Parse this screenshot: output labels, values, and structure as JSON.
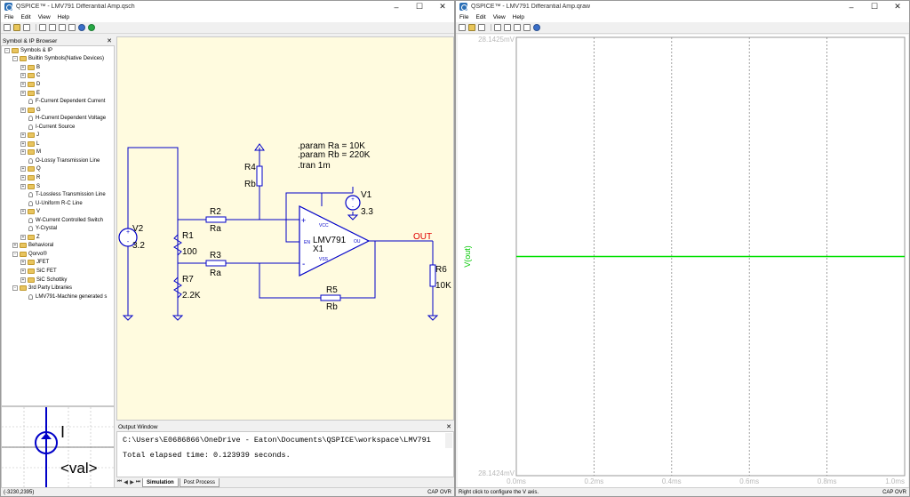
{
  "schematic_window": {
    "title": "QSPICE™ - LMV791 Differantial Amp.qsch",
    "menu": [
      "File",
      "Edit",
      "View",
      "Help"
    ],
    "panel_title": "Symbol & IP Browser",
    "tree": [
      {
        "label": "Symbols & IP",
        "level": 0,
        "kind": "folder",
        "exp": "-"
      },
      {
        "label": "Builtin Symbols(Native Devices)",
        "level": 1,
        "kind": "folder",
        "exp": "-"
      },
      {
        "label": "B",
        "level": 2,
        "kind": "folder",
        "exp": "+"
      },
      {
        "label": "C",
        "level": 2,
        "kind": "folder",
        "exp": "+"
      },
      {
        "label": "D",
        "level": 2,
        "kind": "folder",
        "exp": "+"
      },
      {
        "label": "E",
        "level": 2,
        "kind": "folder",
        "exp": "+"
      },
      {
        "label": "F-Current Dependent Current",
        "level": 2,
        "kind": "item"
      },
      {
        "label": "G",
        "level": 2,
        "kind": "folder",
        "exp": "+"
      },
      {
        "label": "H-Current Dependent Voltage",
        "level": 2,
        "kind": "item"
      },
      {
        "label": "I-Current Source",
        "level": 2,
        "kind": "item"
      },
      {
        "label": "J",
        "level": 2,
        "kind": "folder",
        "exp": "+"
      },
      {
        "label": "L",
        "level": 2,
        "kind": "folder",
        "exp": "+"
      },
      {
        "label": "M",
        "level": 2,
        "kind": "folder",
        "exp": "+"
      },
      {
        "label": "O-Lossy Transmission Line",
        "level": 2,
        "kind": "item"
      },
      {
        "label": "Q",
        "level": 2,
        "kind": "folder",
        "exp": "+"
      },
      {
        "label": "R",
        "level": 2,
        "kind": "folder",
        "exp": "+"
      },
      {
        "label": "S",
        "level": 2,
        "kind": "folder",
        "exp": "+"
      },
      {
        "label": "T-Lossless Transmission Line",
        "level": 2,
        "kind": "item"
      },
      {
        "label": "U-Uniform R-C Line",
        "level": 2,
        "kind": "item"
      },
      {
        "label": "V",
        "level": 2,
        "kind": "folder",
        "exp": "+"
      },
      {
        "label": "W-Current Controlled Switch",
        "level": 2,
        "kind": "item"
      },
      {
        "label": "Y-Crystal",
        "level": 2,
        "kind": "item"
      },
      {
        "label": "Z",
        "level": 2,
        "kind": "folder",
        "exp": "+"
      },
      {
        "label": "Behavioral",
        "level": 1,
        "kind": "folder",
        "exp": "+"
      },
      {
        "label": "Qorvo®",
        "level": 1,
        "kind": "folder",
        "exp": "-"
      },
      {
        "label": "JFET",
        "level": 2,
        "kind": "folder",
        "exp": "+"
      },
      {
        "label": "SiC FET",
        "level": 2,
        "kind": "folder",
        "exp": "+"
      },
      {
        "label": "SiC Schottky",
        "level": 2,
        "kind": "folder",
        "exp": "+"
      },
      {
        "label": "3rd Party Libraries",
        "level": 1,
        "kind": "folder",
        "exp": "-"
      },
      {
        "label": "LMV791-Machine generated s",
        "level": 2,
        "kind": "item"
      }
    ],
    "preview": {
      "label_i": "I",
      "label_val": "<val>"
    },
    "schematic": {
      "params": [
        ".param Ra = 10K",
        ".param Rb = 220K",
        ".tran 1m"
      ],
      "v2_name": "V2",
      "v2_value": "3.2",
      "v1_name": "V1",
      "v1_value": "3.3",
      "r1_name": "R1",
      "r1_value": "100",
      "r7_name": "R7",
      "r7_value": "2.2K",
      "r2_name": "R2",
      "r2_value": "Ra",
      "r3_name": "R3",
      "r3_value": "Ra",
      "r4_name": "R4",
      "r4_value": "Rb",
      "r5_name": "R5",
      "r5_value": "Rb",
      "r6_name": "R6",
      "r6_value": "10K",
      "opamp_name": "LMV791",
      "opamp_ref": "X1",
      "pin_vcc": "VCC",
      "pin_vss": "VSS",
      "pin_en": "EN",
      "pin_out": "OU",
      "plus": "+",
      "minus": "-",
      "net_out": "OUT"
    },
    "output": {
      "title": "Output Window",
      "lines": [
        "C:\\Users\\E0686866\\OneDrive - Eaton\\Documents\\QSPICE\\workspace\\LMV791",
        "Total elapsed time: 0.123939 seconds."
      ]
    },
    "tabs": [
      "Simulation",
      "Post Process"
    ],
    "status_left": "(-3230,2395)",
    "status_right": "CAP  OVR"
  },
  "waveform_window": {
    "title": "QSPICE™ - LMV791 Differantial Amp.qraw",
    "menu": [
      "File",
      "Edit",
      "View",
      "Help"
    ],
    "status_left": "Right click to configure the V axis.",
    "status_right": "CAP  OVR"
  },
  "colors": {
    "trace": "#00e000",
    "wire": "#0000c8",
    "canvas": "#fffbdf"
  },
  "chart_data": {
    "type": "line",
    "title": "",
    "xlabel": "",
    "ylabel": "V(out)",
    "x_ticks": [
      "0.0ms",
      "0.2ms",
      "0.4ms",
      "0.6ms",
      "0.8ms",
      "1.0ms"
    ],
    "y_ticks": [
      "28.1425mV",
      "28.1424mV"
    ],
    "xlim": [
      0,
      1.0
    ],
    "ylim": [
      28.1424,
      28.1425
    ],
    "grid": true,
    "series": [
      {
        "name": "V(out)",
        "x": [
          0,
          1.0
        ],
        "y": [
          28.14245,
          28.14245
        ],
        "color": "#00e000"
      }
    ]
  }
}
